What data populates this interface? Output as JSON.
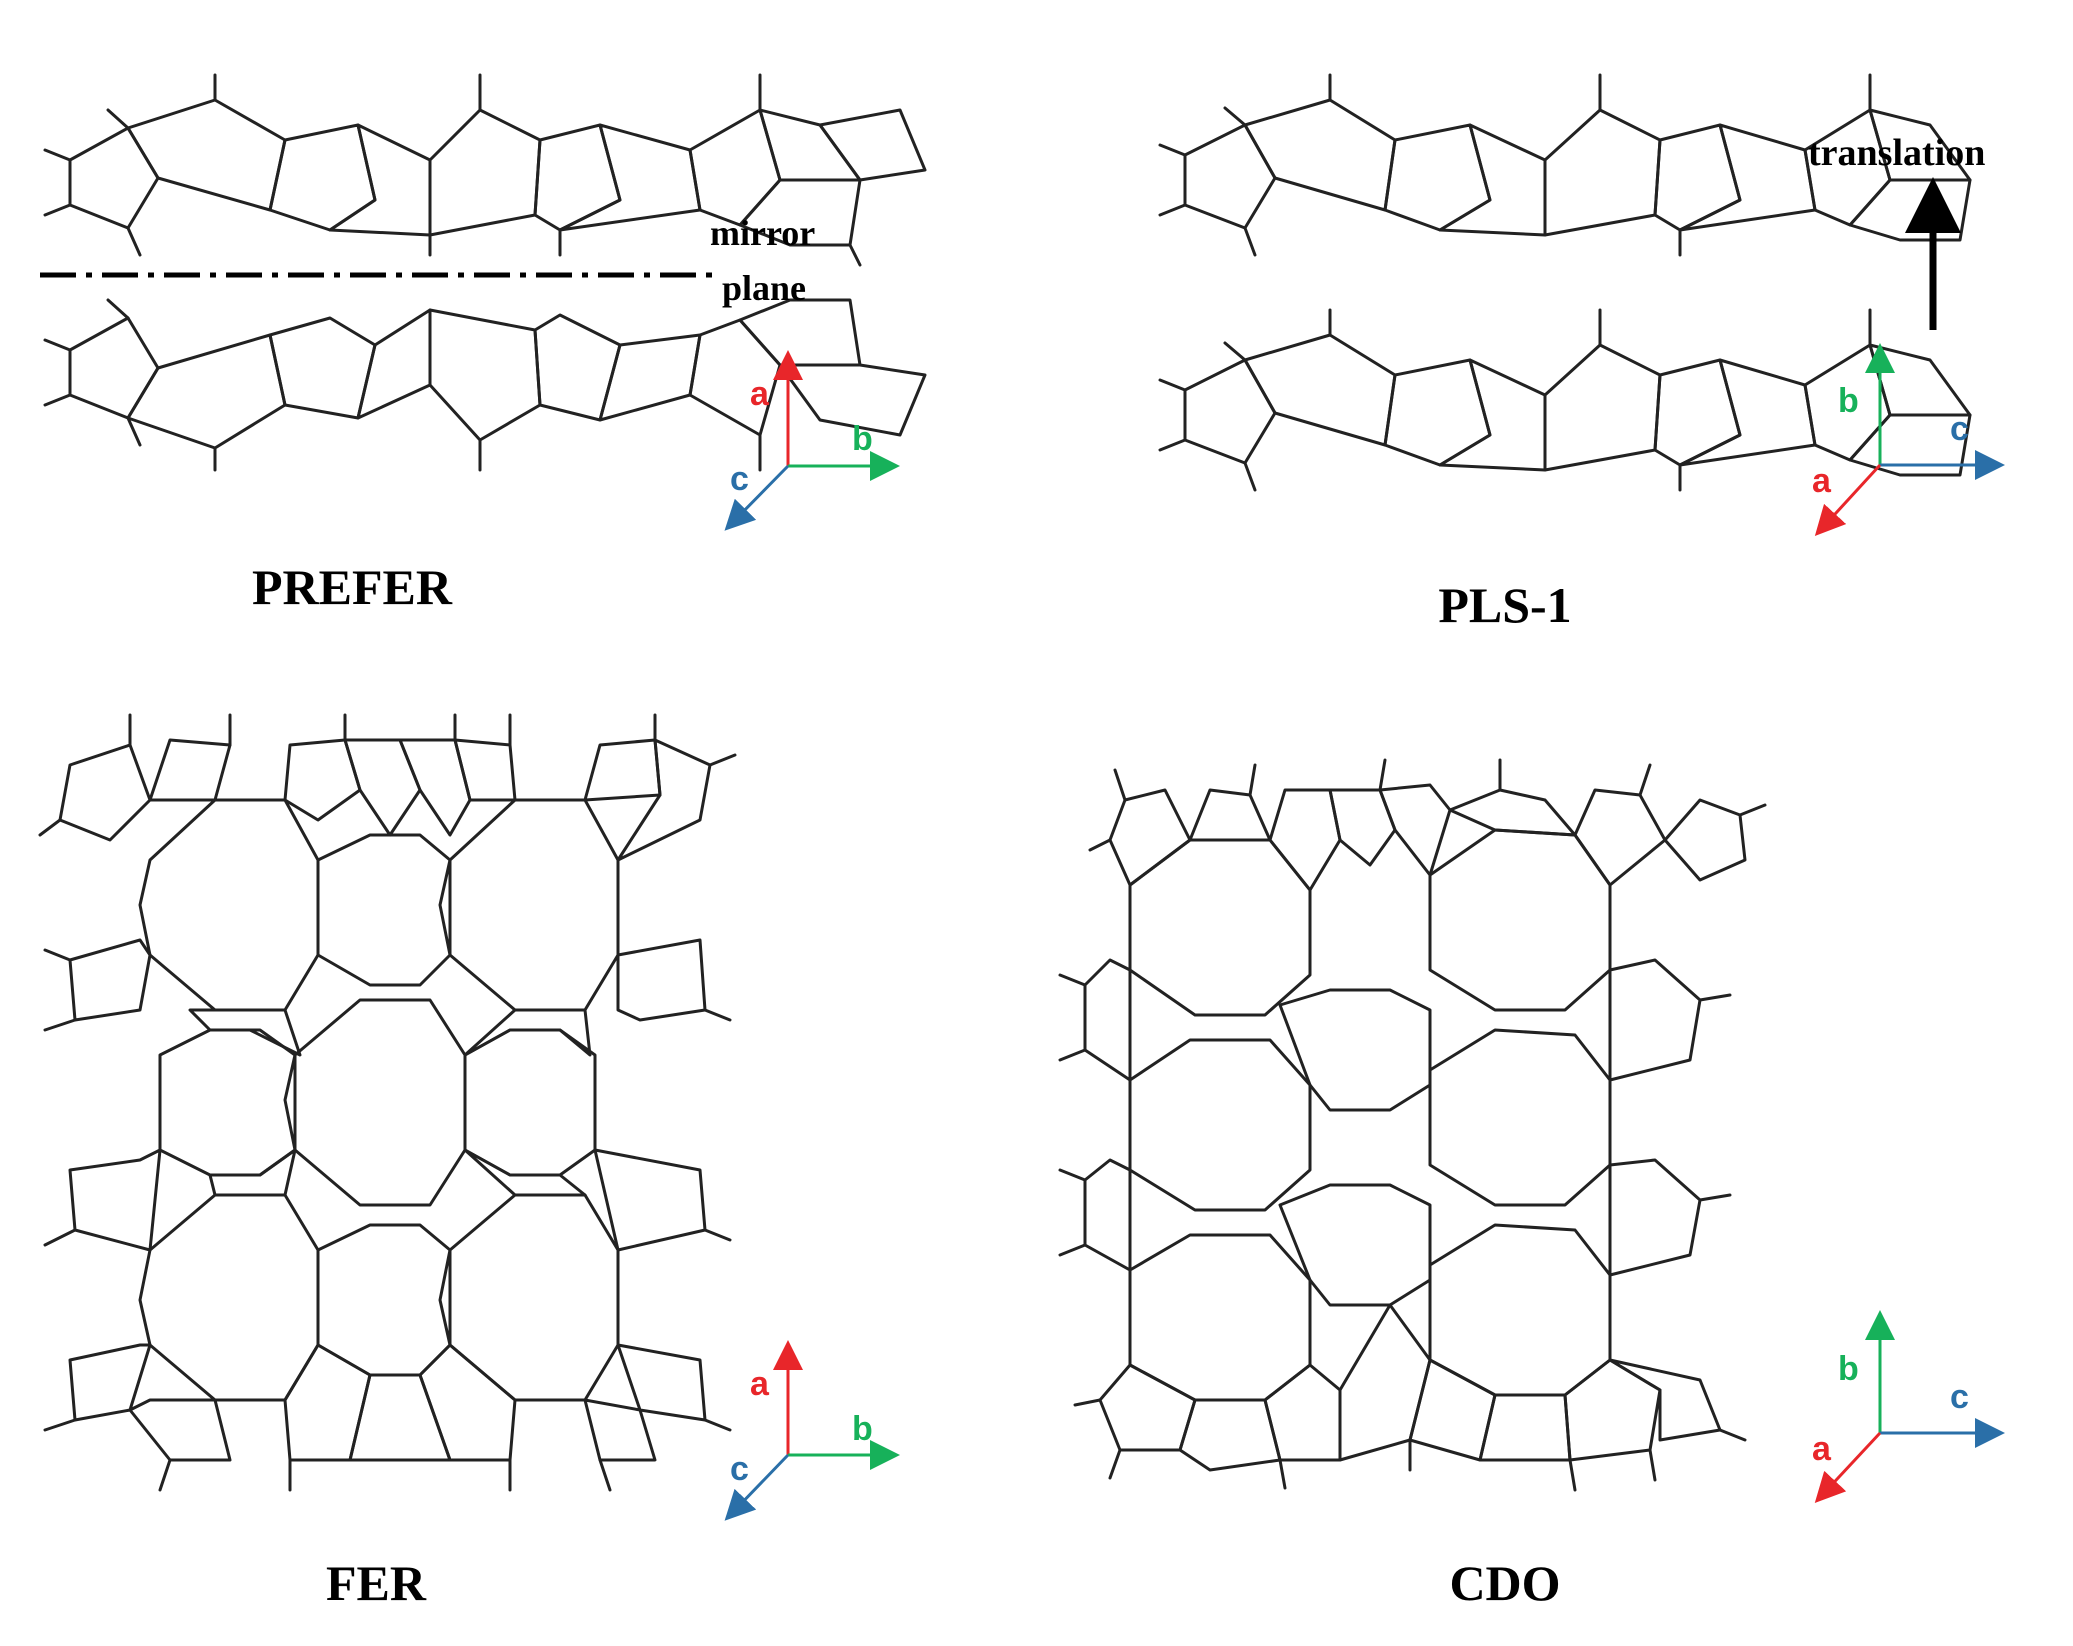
{
  "panels": {
    "prefer": {
      "title": "PREFER",
      "note_line1": "mirror",
      "note_line2": "plane"
    },
    "pls1": {
      "title": "PLS-1",
      "note": "translation"
    },
    "fer": {
      "title": "FER"
    },
    "cdo": {
      "title": "CDO"
    }
  },
  "axes": {
    "abc": {
      "up": "a",
      "right": "b",
      "diag": "c"
    },
    "bca": {
      "up": "b",
      "right": "c",
      "diag": "a"
    }
  },
  "colors": {
    "a": "#e8262a",
    "b": "#17b15a",
    "c": "#2a6fa8",
    "framework": "#222222"
  }
}
